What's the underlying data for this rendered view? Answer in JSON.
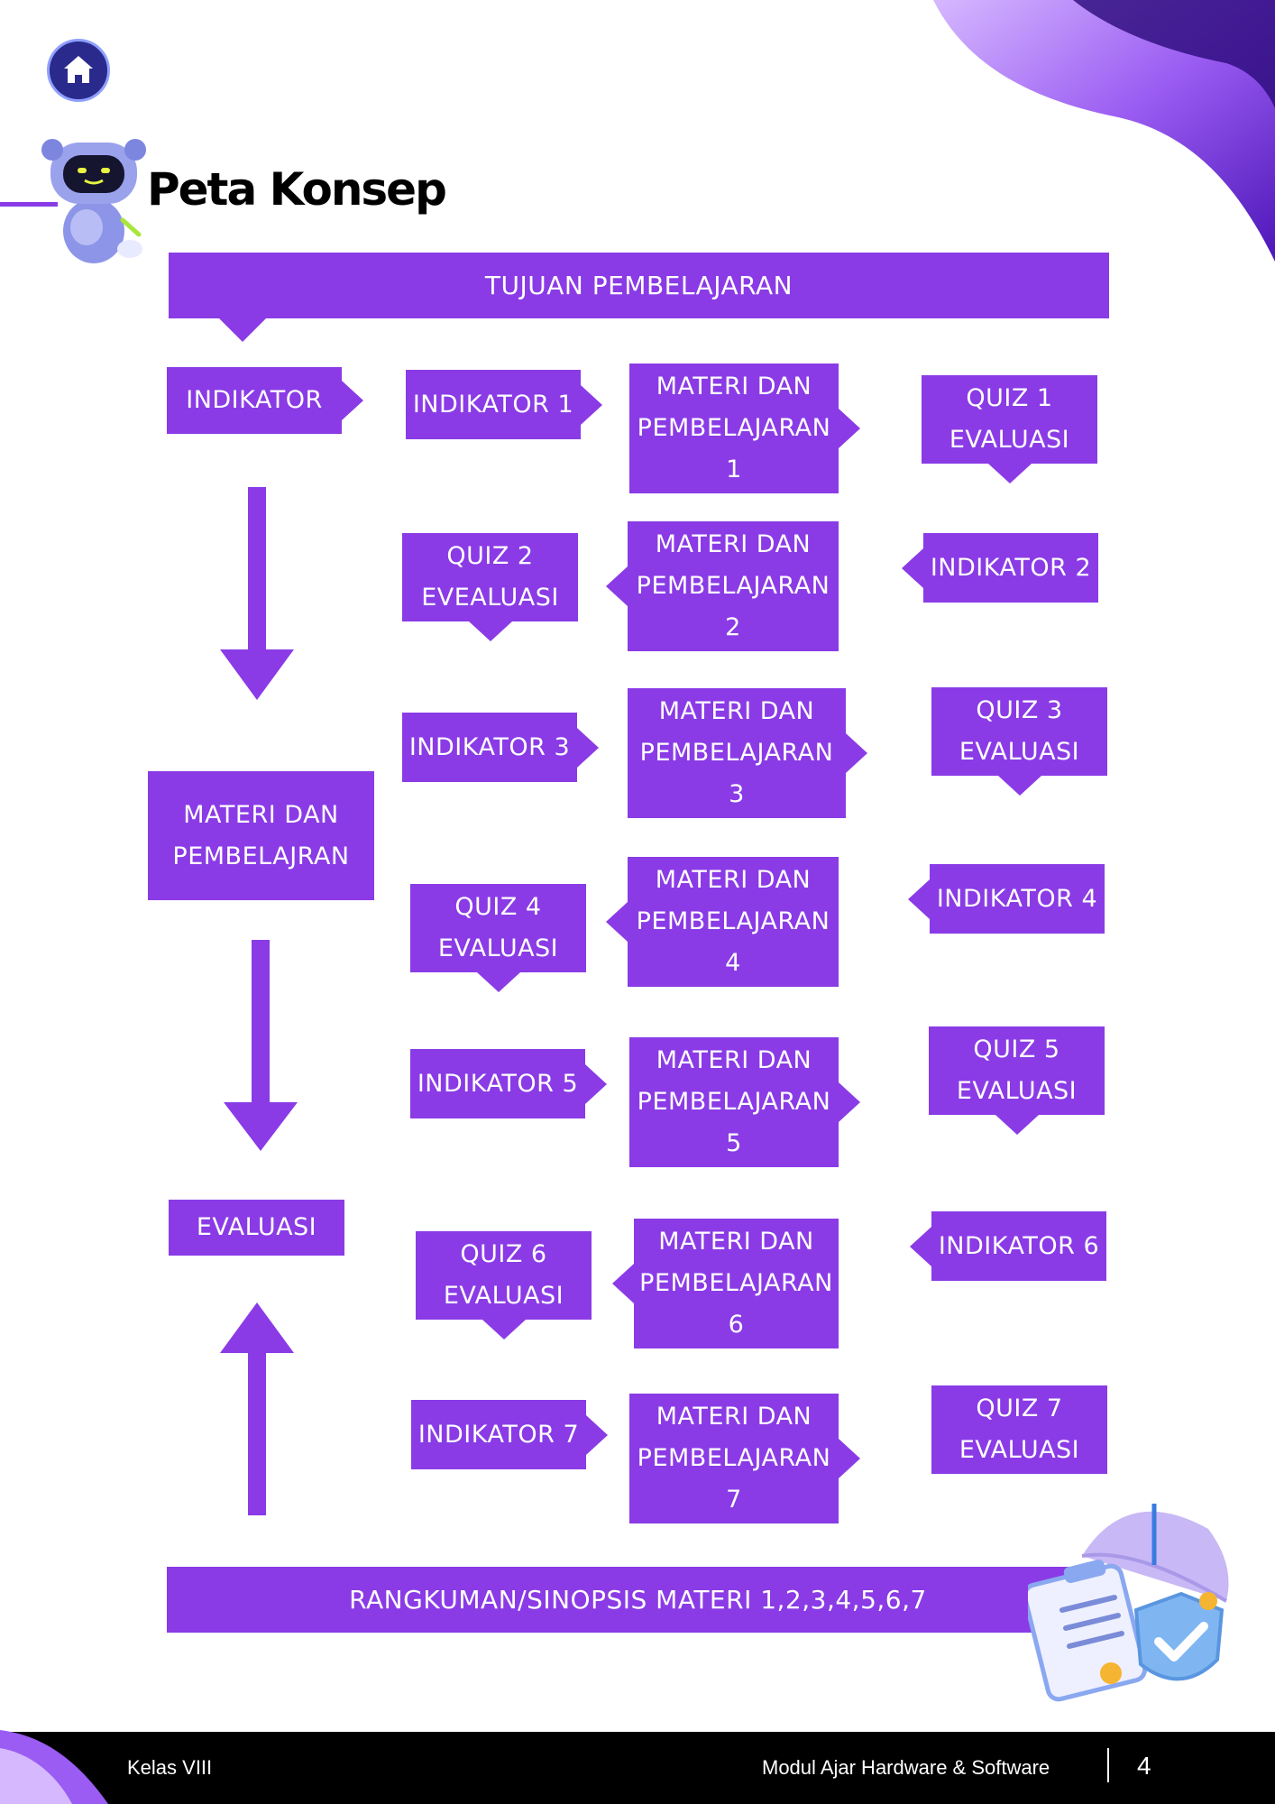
{
  "page": {
    "title": "Peta Konsep",
    "footer_left": "Kelas VIII",
    "footer_right": "Modul Ajar Hardware & Software",
    "page_number": "4"
  },
  "colors": {
    "accent": "#8a3be6",
    "footer": "#000000"
  },
  "icons": [
    "home-icon",
    "robot-mascot",
    "umbrella-shield-checklist-illustration"
  ],
  "map": {
    "top": "TUJUAN PEMBELAJARAN",
    "bottom": "RANGKUMAN/SINOPSIS MATERI 1,2,3,4,5,6,7",
    "left": {
      "indikator": "INDIKATOR",
      "materi": "MATERI DAN\nPEMBELAJRAN",
      "evaluasi": "EVALUASI"
    },
    "rows": [
      {
        "indikator": "INDIKATOR 1",
        "materi": "MATERI DAN\nPEMBELAJARAN\n1",
        "quiz": "QUIZ 1\nEVALUASI"
      },
      {
        "indikator": "INDIKATOR 2",
        "materi": "MATERI DAN\nPEMBELAJARAN\n2",
        "quiz": "QUIZ 2\nEVEALUASI"
      },
      {
        "indikator": "INDIKATOR 3",
        "materi": "MATERI DAN\nPEMBELAJARAN\n3",
        "quiz": "QUIZ 3\nEVALUASI"
      },
      {
        "indikator": "INDIKATOR 4",
        "materi": "MATERI DAN\nPEMBELAJARAN\n4",
        "quiz": "QUIZ 4\nEVALUASI"
      },
      {
        "indikator": "INDIKATOR 5",
        "materi": "MATERI DAN\nPEMBELAJARAN\n5",
        "quiz": "QUIZ 5\nEVALUASI"
      },
      {
        "indikator": "INDIKATOR 6",
        "materi": "MATERI DAN\nPEMBELAJARAN\n6",
        "quiz": "QUIZ 6\nEVALUASI"
      },
      {
        "indikator": "INDIKATOR 7",
        "materi": "MATERI DAN\nPEMBELAJARAN\n7",
        "quiz": "QUIZ 7\nEVALUASI"
      }
    ]
  }
}
